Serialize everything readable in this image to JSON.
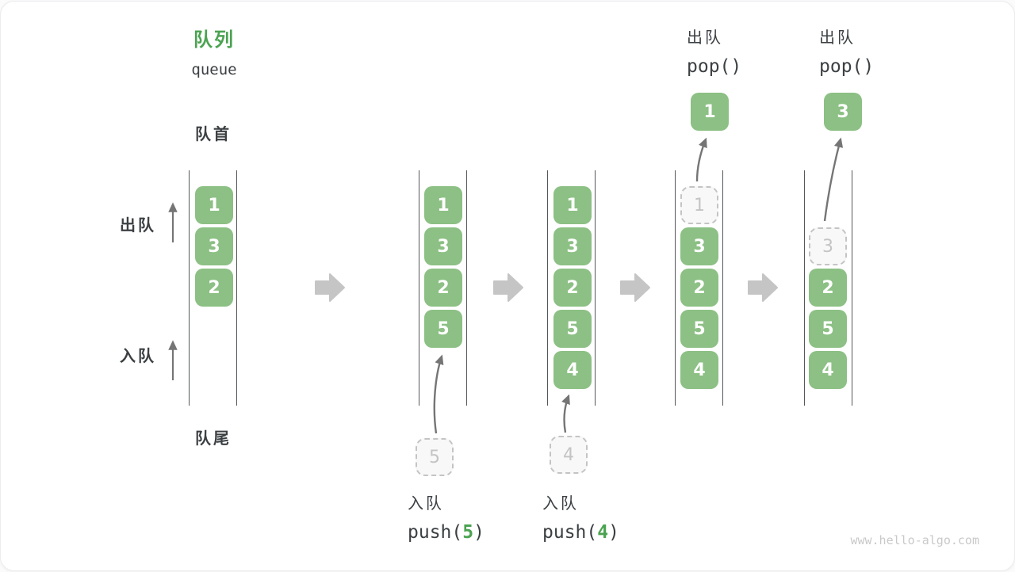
{
  "diagram": {
    "title_zh": "队列",
    "title_en": "queue",
    "front_label": "队首",
    "rear_label": "队尾",
    "dequeue_label": "出队",
    "enqueue_label": "入队",
    "watermark": "www.hello-algo.com"
  },
  "colors": {
    "box_green": "#8CC084",
    "accent_green": "#4BA351",
    "text_dark": "#3C4043",
    "block_arrow_gray": "#C5C5C5",
    "thin_arrow_gray": "#757575",
    "tube_line_gray": "#55585A",
    "ghost_gray": "#C4C4C4"
  },
  "states": {
    "s1": {
      "items": [
        "1",
        "3",
        "2"
      ]
    },
    "s2": {
      "items": [
        "1",
        "3",
        "2",
        "5"
      ],
      "incoming": "5"
    },
    "s3": {
      "items": [
        "1",
        "3",
        "2",
        "5",
        "4"
      ],
      "incoming": "4"
    },
    "s4": {
      "ghost": "1",
      "items": [
        "3",
        "2",
        "5",
        "4"
      ],
      "popped": "1"
    },
    "s5": {
      "ghost": "3",
      "items": [
        "2",
        "5",
        "4"
      ],
      "popped": "3"
    }
  },
  "operations": {
    "push5": {
      "label": "入队",
      "code_open": "push(",
      "arg": "5",
      "code_close": ")"
    },
    "push4": {
      "label": "入队",
      "code_open": "push(",
      "arg": "4",
      "code_close": ")"
    },
    "pop1": {
      "label": "出队",
      "code": "pop()"
    },
    "pop2": {
      "label": "出队",
      "code": "pop()"
    }
  }
}
